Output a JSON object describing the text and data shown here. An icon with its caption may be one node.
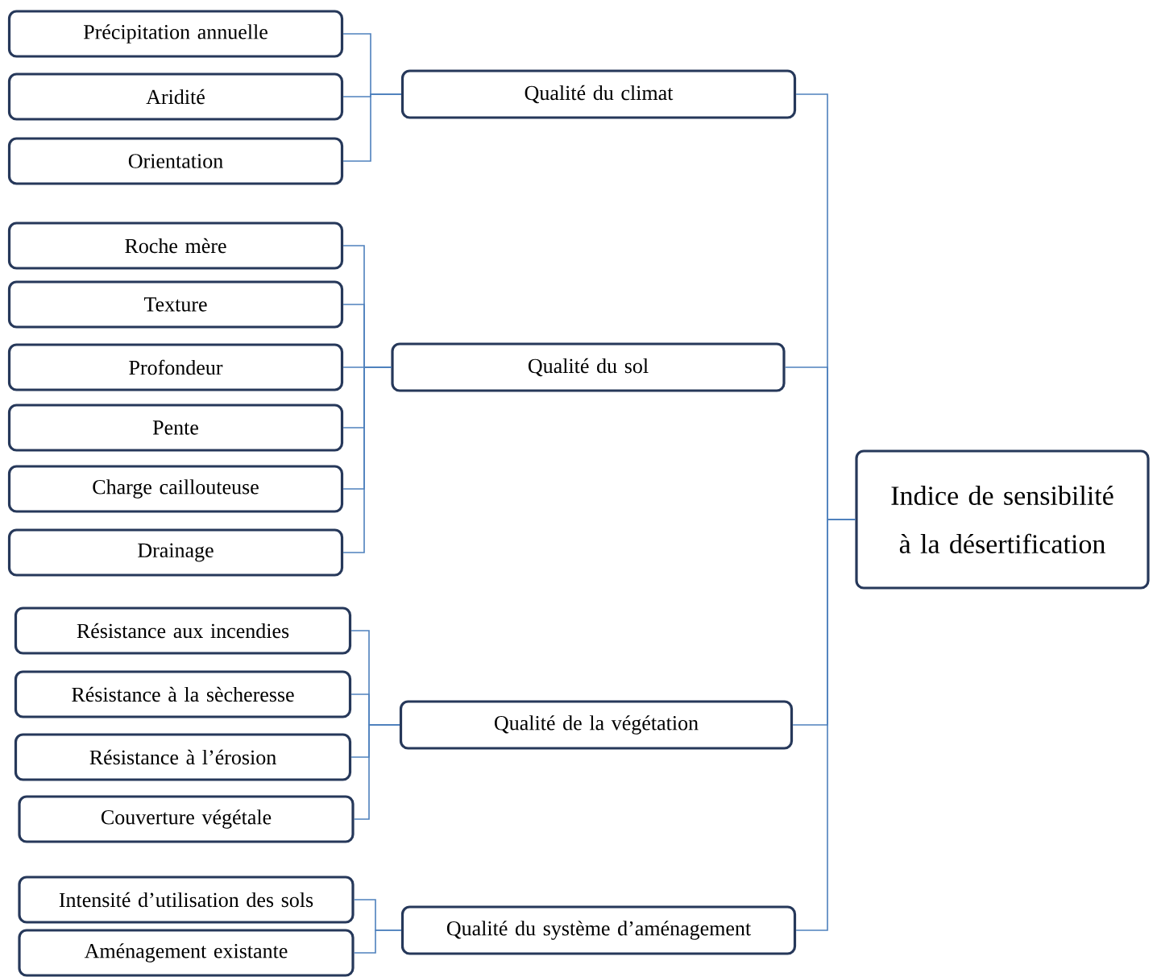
{
  "diagram": {
    "nodes": [
      {
        "text": [
          "Précipitation annuelle"
        ]
      },
      {
        "text": [
          "Aridité"
        ]
      },
      {
        "text": [
          "Orientation"
        ]
      },
      {
        "text": [
          "Qualité du climat"
        ]
      },
      {
        "text": [
          "Roche mère"
        ]
      },
      {
        "text": [
          "Texture"
        ]
      },
      {
        "text": [
          "Profondeur"
        ]
      },
      {
        "text": [
          "Pente"
        ]
      },
      {
        "text": [
          "Charge caillouteuse"
        ]
      },
      {
        "text": [
          "Drainage"
        ]
      },
      {
        "text": [
          "Qualité du sol"
        ]
      },
      {
        "text": [
          "Indice de sensibilité à la désertification"
        ]
      },
      {
        "text": [
          "Résistance aux incendies"
        ]
      },
      {
        "text": [
          "Résistance à la sècheresse"
        ]
      },
      {
        "text": [
          "Résistance à l’érosion"
        ]
      },
      {
        "text": [
          "Couverture végétale"
        ]
      },
      {
        "text": [
          "Qualité de la végétation"
        ]
      },
      {
        "text": [
          "Intensité d’utilisation des sols"
        ]
      },
      {
        "text": [
          "Aménagement existante"
        ]
      },
      {
        "text": [
          "Qualité du système d’aménagement"
        ]
      }
    ],
    "edges": [
      {
        "from": 0,
        "to": 3,
        "arrow": "none"
      },
      {
        "from": 1,
        "to": 3,
        "arrow": "none"
      },
      {
        "from": 2,
        "to": 3,
        "arrow": "none"
      },
      {
        "from": 4,
        "to": 10,
        "arrow": "none"
      },
      {
        "from": 5,
        "to": 10,
        "arrow": "none"
      },
      {
        "from": 6,
        "to": 10,
        "arrow": "none"
      },
      {
        "from": 7,
        "to": 10,
        "arrow": "none"
      },
      {
        "from": 8,
        "to": 10,
        "arrow": "none"
      },
      {
        "from": 9,
        "to": 10,
        "arrow": "none"
      },
      {
        "from": 12,
        "to": 16,
        "arrow": "none"
      },
      {
        "from": 13,
        "to": 16,
        "arrow": "none"
      },
      {
        "from": 14,
        "to": 16,
        "arrow": "none"
      },
      {
        "from": 15,
        "to": 16,
        "arrow": "none"
      },
      {
        "from": 17,
        "to": 19,
        "arrow": "none"
      },
      {
        "from": 18,
        "to": 19,
        "arrow": "none"
      },
      {
        "from": 3,
        "to": 11,
        "arrow": "none"
      },
      {
        "from": 10,
        "to": 11,
        "arrow": "none"
      },
      {
        "from": 16,
        "to": 11,
        "arrow": "none"
      },
      {
        "from": 19,
        "to": 11,
        "arrow": "none"
      }
    ]
  }
}
